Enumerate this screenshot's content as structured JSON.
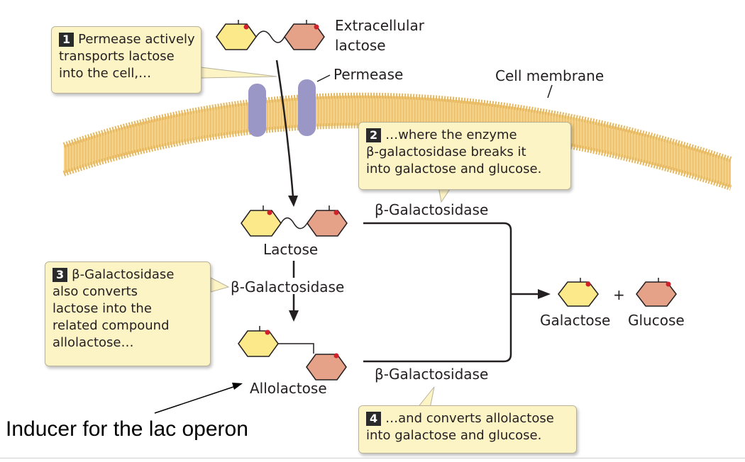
{
  "labels": {
    "extracellular": [
      "Extracellular",
      "lactose"
    ],
    "permease": "Permease",
    "cell_membrane": "Cell membrane",
    "beta_gal_top": "β-Galactosidase",
    "lactose": "Lactose",
    "beta_gal_mid": "β-Galactosidase",
    "allolactose": "Allolactose",
    "beta_gal_bottom": "β-Galactosidase",
    "galactose": "Galactose",
    "glucose": "Glucose",
    "plus": "+"
  },
  "callouts": [
    {
      "num": "1",
      "lines": [
        "Permease actively",
        "transports lactose",
        "into the cell,…"
      ]
    },
    {
      "num": "2",
      "lines": [
        "…where the enzyme",
        "β-galactosidase breaks it",
        "into galactose and glucose."
      ]
    },
    {
      "num": "3",
      "lines": [
        "β-Galactosidase",
        "also converts",
        "lactose into the",
        "related compound",
        "allolactose…"
      ]
    },
    {
      "num": "4",
      "lines": [
        "…and converts allolactose",
        "into galactose and glucose."
      ]
    }
  ],
  "annotation": "Inducer for the lac operon",
  "colors": {
    "galactose": "#fce98a",
    "glucose": "#e6a189",
    "membrane": "#f0c872",
    "permease": "#9a96c6",
    "callout_bg": "#fdf4c6",
    "dot": "#d1212a"
  }
}
